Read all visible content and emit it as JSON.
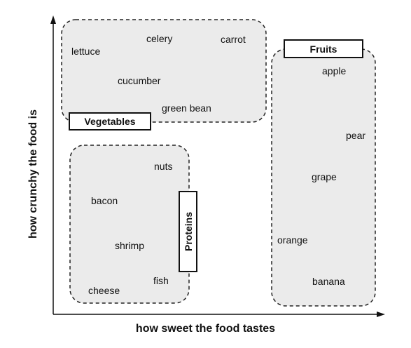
{
  "axes": {
    "x_label": "how sweet the food tastes",
    "y_label": "how crunchy the food is"
  },
  "groups": [
    {
      "name": "Vegetables",
      "items": [
        "lettuce",
        "celery",
        "carrot",
        "cucumber",
        "green bean"
      ]
    },
    {
      "name": "Fruits",
      "items": [
        "apple",
        "pear",
        "grape",
        "orange",
        "banana"
      ]
    },
    {
      "name": "Proteins",
      "items": [
        "nuts",
        "bacon",
        "shrimp",
        "fish",
        "cheese"
      ]
    }
  ],
  "colors": {
    "region_fill": "#ebebeb",
    "stroke": "#222222",
    "label_box": "#ffffff"
  }
}
